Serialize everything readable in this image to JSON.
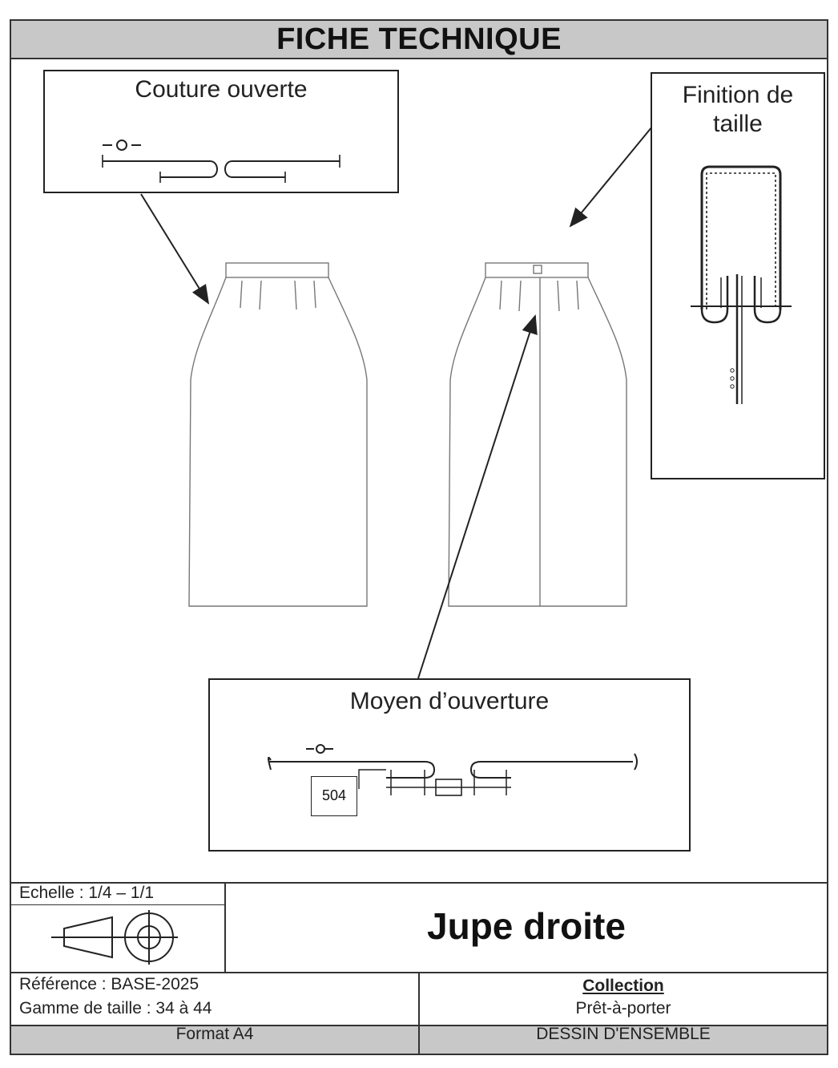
{
  "sheet": {
    "title": "FICHE TECHNIQUE"
  },
  "callouts": {
    "couture": "Couture ouverte",
    "finition_line1": "Finition de",
    "finition_line2": "taille",
    "moyen": "Moyen d’ouverture",
    "stitch_code": "504"
  },
  "title_block": {
    "scale": "Echelle : 1/4 – 1/1",
    "garment_name": "Jupe droite",
    "reference": "Référence : BASE-2025",
    "size_range": "Gamme de taille : 34 à 44",
    "collection_label": "Collection",
    "collection_value": "Prêt-à-porter",
    "format": "Format A4",
    "drawing_type": "DESSIN D'ENSEMBLE"
  },
  "icons": {
    "projection": "third-angle-projection-icon"
  },
  "colors": {
    "header_bg": "#c8c8c8",
    "line": "#333333"
  }
}
